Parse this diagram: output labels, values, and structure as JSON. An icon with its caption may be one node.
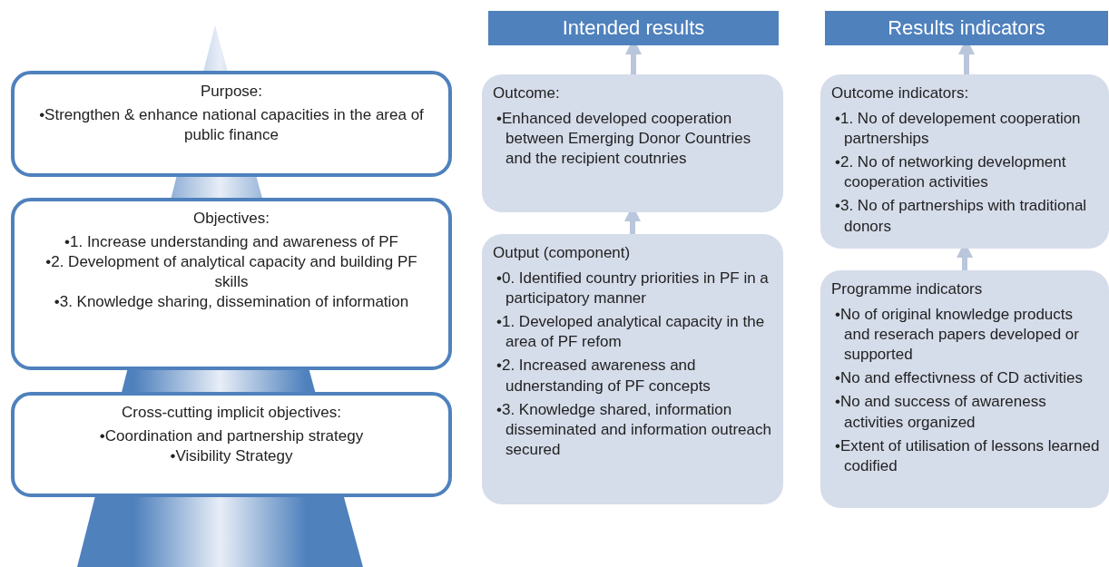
{
  "diagram": {
    "nodes": [
      {
        "text": [
          "Purpose:",
          "•Strengthen & enhance national capacities in the area of public finance"
        ]
      },
      {
        "text": [
          "Objectives:",
          "•1. Increase understanding and awareness of PF",
          "•2. Development of analytical capacity and building PF skills",
          "•3. Knowledge sharing, dissemination of information"
        ]
      },
      {
        "text": [
          "Cross-cutting implicit objectives:",
          "•Coordination and partnership strategy",
          "•Visibility Strategy"
        ]
      },
      {
        "text": [
          "Intended results"
        ]
      },
      {
        "text": [
          "Outcome:",
          "•Enhanced developed cooperation between Emerging Donor Countries and the recipient coutnries"
        ]
      },
      {
        "text": [
          "Output (component)",
          "•0. Identified country priorities in PF in a participatory manner",
          "•1. Developed analytical capacity in the area of PF refom",
          "•2. Increased awareness and udnerstanding of PF concepts",
          "•3. Knowledge shared, information disseminated and information outreach secured"
        ]
      },
      {
        "text": [
          "Results indicators"
        ]
      },
      {
        "text": [
          "Outcome indicators:",
          "•1. No of developement cooperation partnerships",
          "•2. No of networking development cooperation activities",
          "•3. No of partnerships with traditional donors"
        ]
      },
      {
        "text": [
          "Programme indicators",
          "•No of original knowledge products and reserach papers developed or supported",
          "•No and effectivness of CD activities",
          "•No and success of awareness activities organized",
          "•Extent of utilisation of lessons learned codified"
        ]
      }
    ],
    "edges": [
      {
        "from": 4,
        "to": 3,
        "arrow": "to"
      },
      {
        "from": 5,
        "to": 4,
        "arrow": "to"
      },
      {
        "from": 7,
        "to": 6,
        "arrow": "to"
      },
      {
        "from": 8,
        "to": 7,
        "arrow": "to"
      }
    ]
  }
}
